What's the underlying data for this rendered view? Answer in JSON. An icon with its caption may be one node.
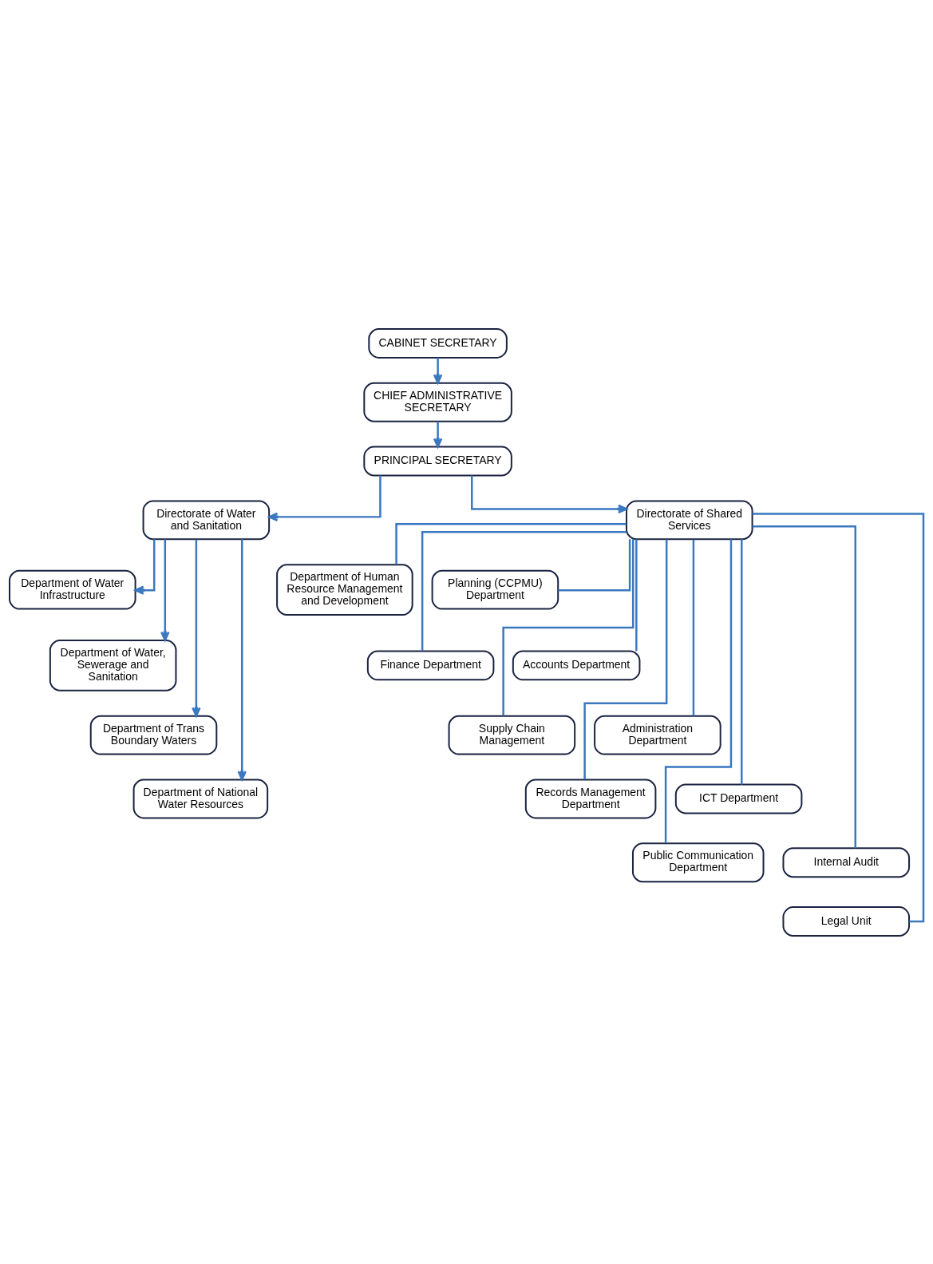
{
  "diagram": {
    "nodes": [
      {
        "text": [
          "CABINET SECRETARY"
        ]
      },
      {
        "text": [
          "CHIEF ADMINISTRATIVE SECRETARY"
        ]
      },
      {
        "text": [
          "PRINCIPAL SECRETARY"
        ]
      },
      {
        "text": [
          "Directorate of Water and Sanitation"
        ]
      },
      {
        "text": [
          "Directorate of Shared Services"
        ]
      },
      {
        "text": [
          "Department of Water Infrastructure"
        ]
      },
      {
        "text": [
          "Department of Water, Sewerage and Sanitation"
        ]
      },
      {
        "text": [
          "Department of Trans Boundary Waters"
        ]
      },
      {
        "text": [
          "Department of National Water Resources"
        ]
      },
      {
        "text": [
          "Department of Human Resource Management and Development"
        ]
      },
      {
        "text": [
          "Planning (CCPMU) Department"
        ]
      },
      {
        "text": [
          "Finance Department"
        ]
      },
      {
        "text": [
          "Accounts Department"
        ]
      },
      {
        "text": [
          "Supply Chain Management"
        ]
      },
      {
        "text": [
          "Administration Department"
        ]
      },
      {
        "text": [
          "Records Management Department"
        ]
      },
      {
        "text": [
          "ICT Department"
        ]
      },
      {
        "text": [
          "Public Communication Department"
        ]
      },
      {
        "text": [
          "Internal Audit"
        ]
      },
      {
        "text": [
          "Legal Unit"
        ]
      }
    ],
    "edges": [
      {
        "from": 0,
        "to": 1,
        "arrow": "to"
      },
      {
        "from": 1,
        "to": 2,
        "arrow": "to"
      },
      {
        "from": 2,
        "to": 3,
        "arrow": "to"
      },
      {
        "from": 2,
        "to": 4,
        "arrow": "to"
      },
      {
        "from": 3,
        "to": 5,
        "arrow": "to"
      },
      {
        "from": 3,
        "to": 6,
        "arrow": "to"
      },
      {
        "from": 3,
        "to": 7,
        "arrow": "to"
      },
      {
        "from": 3,
        "to": 8,
        "arrow": "to"
      },
      {
        "from": 4,
        "to": 9,
        "arrow": "none"
      },
      {
        "from": 4,
        "to": 10,
        "arrow": "none"
      },
      {
        "from": 4,
        "to": 11,
        "arrow": "none"
      },
      {
        "from": 4,
        "to": 12,
        "arrow": "none"
      },
      {
        "from": 4,
        "to": 13,
        "arrow": "none"
      },
      {
        "from": 4,
        "to": 14,
        "arrow": "none"
      },
      {
        "from": 4,
        "to": 15,
        "arrow": "none"
      },
      {
        "from": 4,
        "to": 16,
        "arrow": "none"
      },
      {
        "from": 4,
        "to": 17,
        "arrow": "none"
      },
      {
        "from": 4,
        "to": 18,
        "arrow": "none"
      },
      {
        "from": 4,
        "to": 19,
        "arrow": "none"
      }
    ]
  }
}
